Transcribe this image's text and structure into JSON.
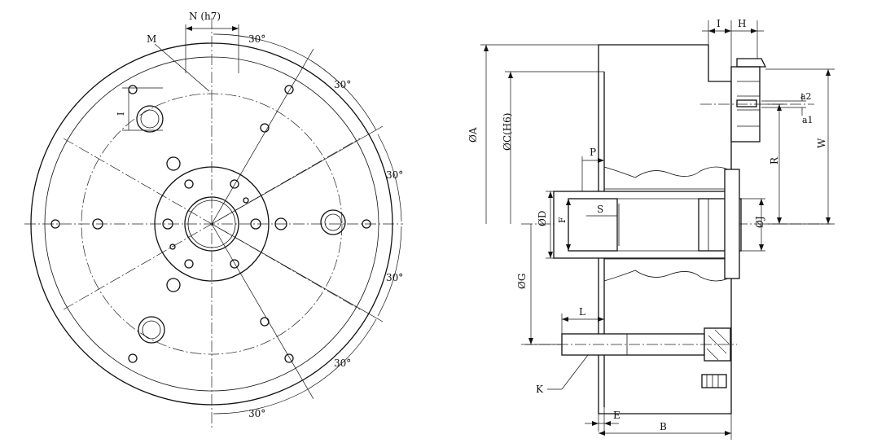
{
  "front_view": {
    "labels": {
      "N": "N (h7)",
      "M": "M",
      "I": "I"
    },
    "angle_labels": {
      "top": "30°",
      "upper_right": "30°",
      "right_upper": "30°",
      "right_lower": "30°",
      "lower_right": "30°",
      "bottom": "30°"
    }
  },
  "side_view": {
    "labels": {
      "I": "I",
      "H": "H",
      "a2": "a2",
      "a1": "a1",
      "A": "ØA",
      "C": "ØC(H6)",
      "W": "W",
      "R": "R",
      "P": "P",
      "S": "S",
      "D": "ØD",
      "F": "F",
      "J": "ØJ",
      "G": "ØG",
      "L": "L",
      "K": "K",
      "E": "E",
      "B": "B"
    }
  }
}
